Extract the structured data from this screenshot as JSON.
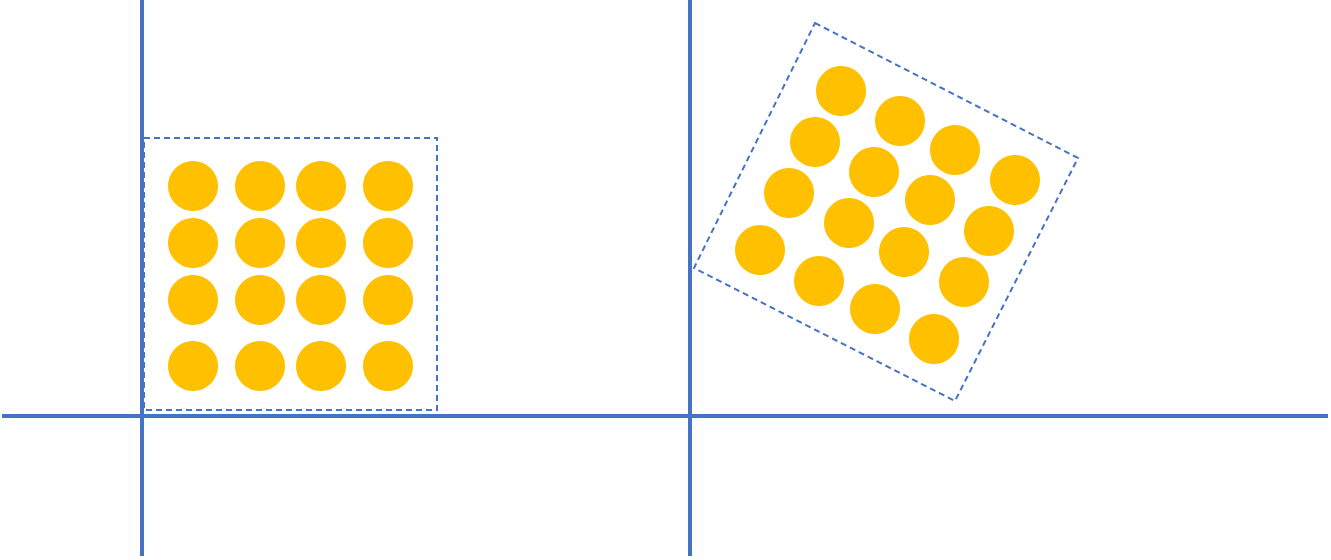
{
  "colors": {
    "axis": "#4472C4",
    "frame": "#4472C4",
    "circle": "#FFC000",
    "background": "#FFFFFF"
  },
  "panels": [
    {
      "name": "left-panel",
      "grid": {
        "rows": 4,
        "cols": 4
      },
      "rotation_deg": 0
    },
    {
      "name": "right-panel",
      "grid": {
        "rows": 4,
        "cols": 4
      },
      "rotation_deg": 28
    }
  ]
}
